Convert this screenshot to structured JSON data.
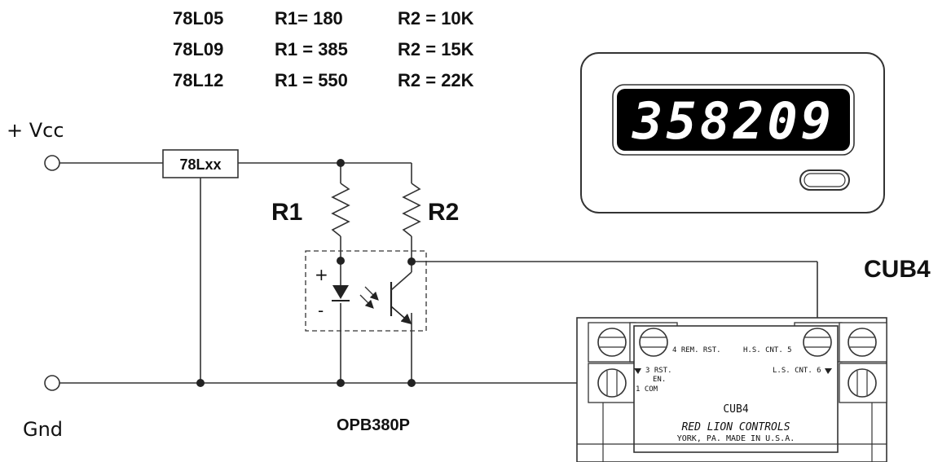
{
  "regulator_table": [
    {
      "part": "78L05",
      "r1": "R1= 180",
      "r2": "R2 = 10K"
    },
    {
      "part": "78L09",
      "r1": "R1 = 385",
      "r2": "R2 = 15K"
    },
    {
      "part": "78L12",
      "r1": "R1 = 550",
      "r2": "R2 = 22K"
    }
  ],
  "schematic": {
    "vcc_label": "+ Vcc",
    "gnd_label": "Gnd",
    "regulator_label": "78Lxx",
    "r1_label": "R1",
    "r2_label": "R2",
    "led_plus": "+",
    "led_minus": "-",
    "sensor_label": "OPB380P"
  },
  "counter": {
    "title": "CUB4",
    "display_value": "358209",
    "terminal_labels": {
      "rem_rst": "4 REM. RST.",
      "hs_cnt": "H.S. CNT. 5",
      "rst": "3 RST.",
      "en": "EN.",
      "ls_cnt": "L.S. CNT. 6",
      "com": "1 COM"
    },
    "board_model": "CUB4",
    "brand": "RED LION CONTROLS",
    "origin": "YORK, PA.  MADE IN U.S.A."
  }
}
